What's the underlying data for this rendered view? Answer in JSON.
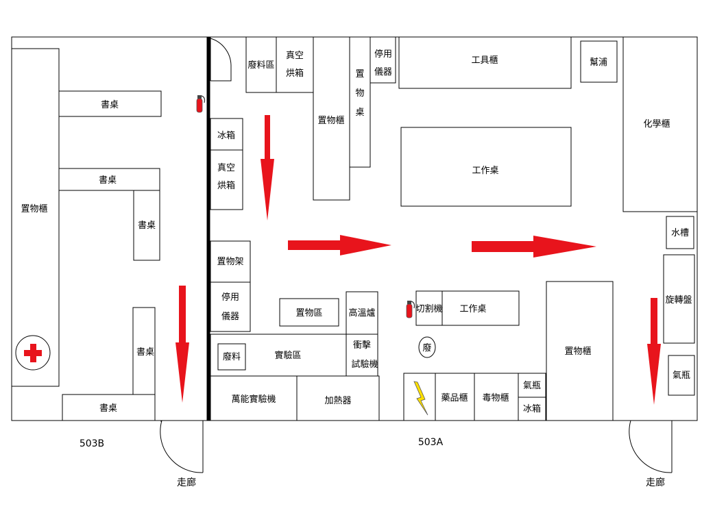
{
  "rooms": {
    "b": {
      "name": "503B",
      "storage_cabinet": "置物櫃",
      "desk_1": "書桌",
      "desk_2": "書桌",
      "desk_3": "書桌",
      "desk_4": "書桌",
      "desk_5": "書桌"
    },
    "a": {
      "name": "503A",
      "waste_area": "廢料區",
      "vacuum_oven_top_1": "真空",
      "vacuum_oven_top_2": "烘箱",
      "storage_cabinet_top": "置物櫃",
      "storage_desk_1": "置",
      "storage_desk_2": "物",
      "storage_desk_3": "桌",
      "decommissioned_top_1": "停用",
      "decommissioned_top_2": "儀器",
      "tool_cabinet": "工具櫃",
      "pump": "幫浦",
      "chemical_cabinet": "化學櫃",
      "fridge_left": "冰箱",
      "vacuum_oven_left_1": "真空",
      "vacuum_oven_left_2": "烘箱",
      "workbench_main": "工作桌",
      "sink": "水槽",
      "shelf": "置物架",
      "decommissioned_left_1": "停用",
      "decommissioned_left_2": "儀器",
      "storage_area": "置物區",
      "high_temp_furnace": "高溫爐",
      "cutter": "切割機",
      "workbench_small": "工作桌",
      "turntable": "旋轉盤",
      "waste_left": "廢料",
      "lab_area": "實驗區",
      "impact_tester_1": "衝擊",
      "impact_tester_2": "試驗機",
      "waste_bin": "廢",
      "storage_cabinet_right": "置物櫃",
      "gas_cylinder_right": "氣瓶",
      "universal_tester": "萬能實驗機",
      "heater": "加熱器",
      "chemicals_cabinet": "藥品櫃",
      "toxics_cabinet": "毒物櫃",
      "gas_cylinder_small": "氣瓶",
      "fridge_small": "冰箱"
    }
  },
  "corridor_left": "走廊",
  "corridor_right": "走廊",
  "colors": {
    "arrow": "#e8141c",
    "first_aid": "#e8141c",
    "lightning": "#ffe000",
    "line": "#000000"
  },
  "icons": [
    "first-aid-icon",
    "fire-extinguisher-icon",
    "electrical-hazard-icon",
    "evacuation-arrow-icon"
  ]
}
